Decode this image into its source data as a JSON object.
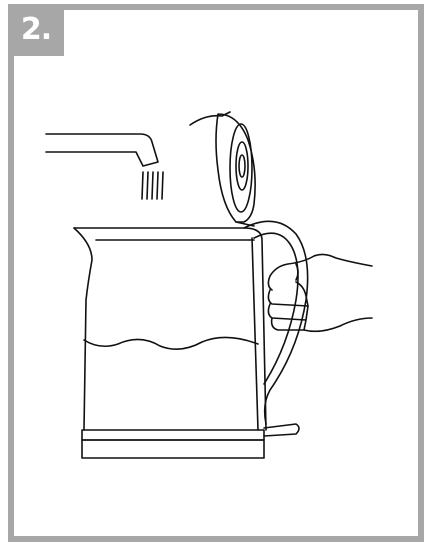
{
  "step": {
    "label": "2."
  },
  "colors": {
    "frame": "#a7a7a7",
    "ink": "#111111",
    "background": "#ffffff"
  },
  "illustration": {
    "parts": [
      "faucet",
      "water-stream",
      "kettle-body",
      "kettle-lid-open",
      "kettle-handle",
      "water-line",
      "hand",
      "power-base"
    ]
  }
}
